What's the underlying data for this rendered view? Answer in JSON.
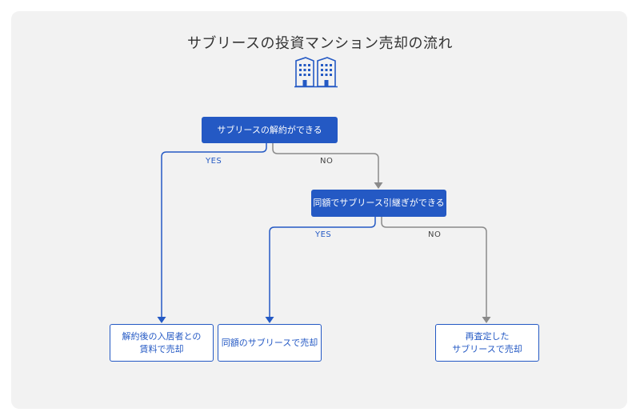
{
  "title": "サブリースの投資マンション売却の流れ",
  "icon": "buildings-icon",
  "colors": {
    "primary": "#2459c4",
    "no_path": "#8a8a8a",
    "background": "#f2f2f2",
    "title_text": "#333333"
  },
  "nodes": {
    "q1": "サブリースの解約ができる",
    "q2": "同額でサブリース引継ぎができる",
    "r1": {
      "line1": "解約後の入居者との",
      "line2": "賃料で売却"
    },
    "r2": "同額のサブリースで売却",
    "r3": {
      "line1": "再査定した",
      "line2": "サブリースで売却"
    }
  },
  "edges": {
    "q1_yes": "YES",
    "q1_no": "NO",
    "q2_yes": "YES",
    "q2_no": "NO"
  }
}
